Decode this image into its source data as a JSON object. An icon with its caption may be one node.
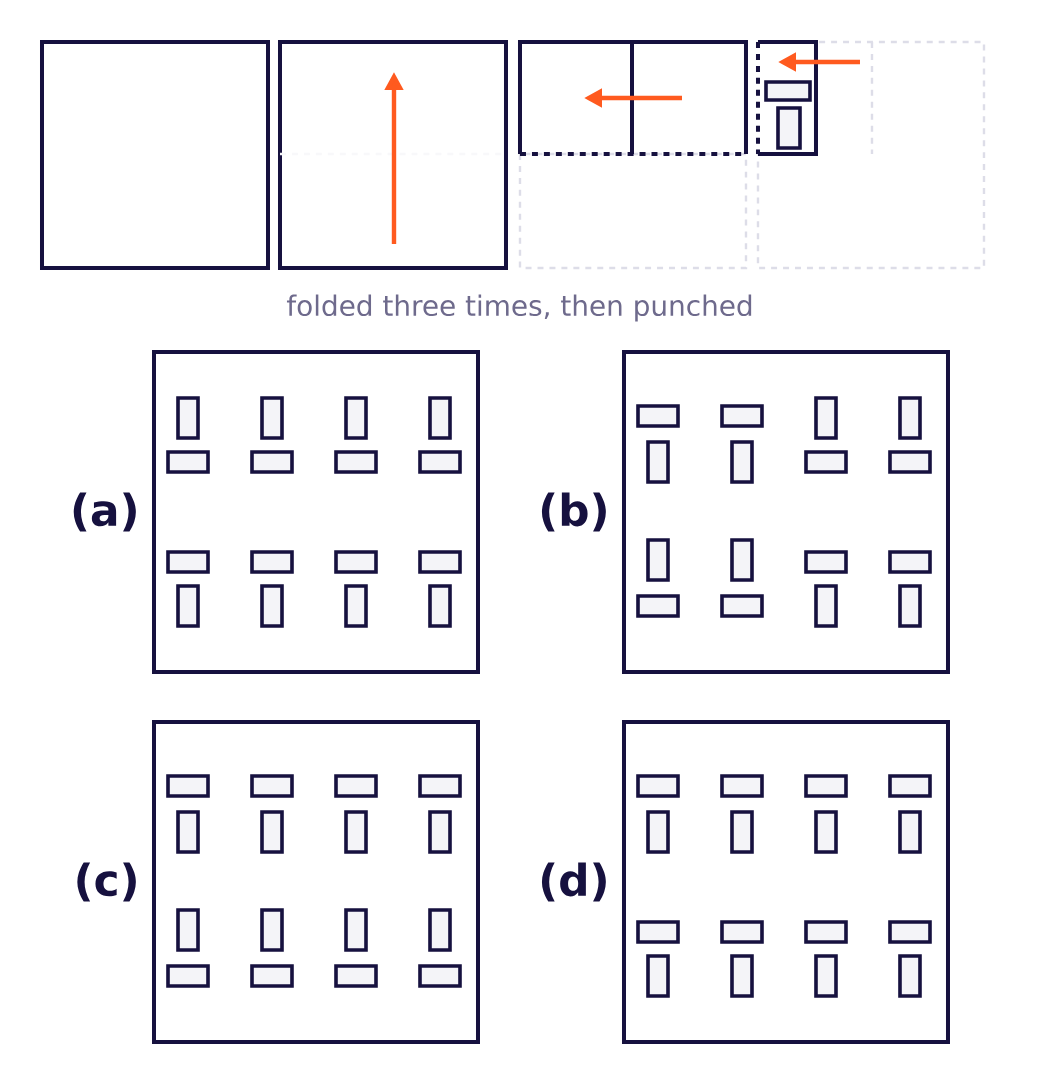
{
  "diagram": {
    "nodes": [
      {
        "text": [],
        "shape": "box",
        "beside": [
          "(a)"
        ]
      },
      {
        "text": [],
        "shape": "box",
        "beside": [
          "(b)"
        ]
      },
      {
        "text": [],
        "shape": "box",
        "beside": [
          "(c)"
        ]
      },
      {
        "text": [],
        "shape": "box",
        "beside": [
          "(d)"
        ]
      }
    ],
    "edges": [],
    "labels": [
      "folded three times, then punched"
    ]
  }
}
